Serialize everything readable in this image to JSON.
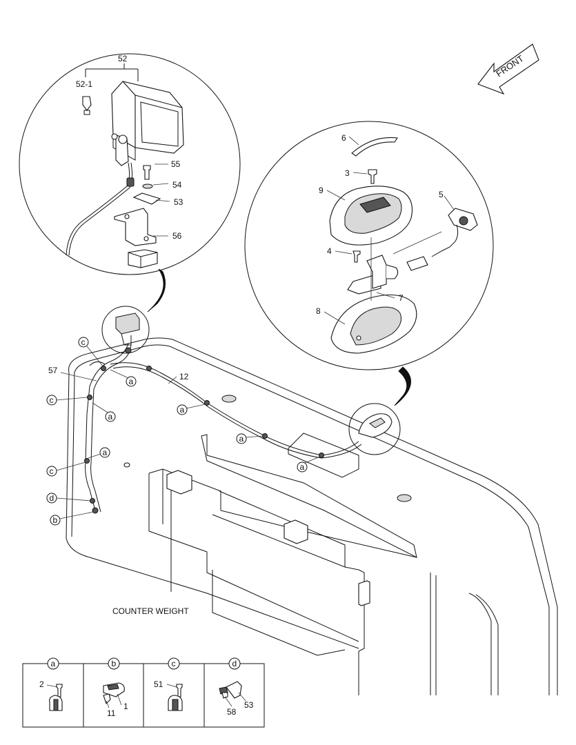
{
  "parts": {
    "p52": "52",
    "p52_1": "52-1",
    "p55": "55",
    "p54": "54",
    "p53": "53",
    "p56": "56",
    "p6": "6",
    "p3": "3",
    "p9": "9",
    "p5": "5",
    "p4": "4",
    "p7": "7",
    "p8": "8",
    "p57": "57",
    "p12": "12"
  },
  "clips": {
    "a": "a",
    "b": "b",
    "c": "c",
    "d": "d"
  },
  "front_label": "FRONT",
  "counter_weight_label": "COUNTER WEIGHT",
  "legend": [
    {
      "key": "a",
      "parts": [
        "2"
      ]
    },
    {
      "key": "b",
      "parts": [
        "1",
        "11"
      ]
    },
    {
      "key": "c",
      "parts": [
        "51"
      ]
    },
    {
      "key": "d",
      "parts": [
        "53",
        "58"
      ]
    }
  ]
}
